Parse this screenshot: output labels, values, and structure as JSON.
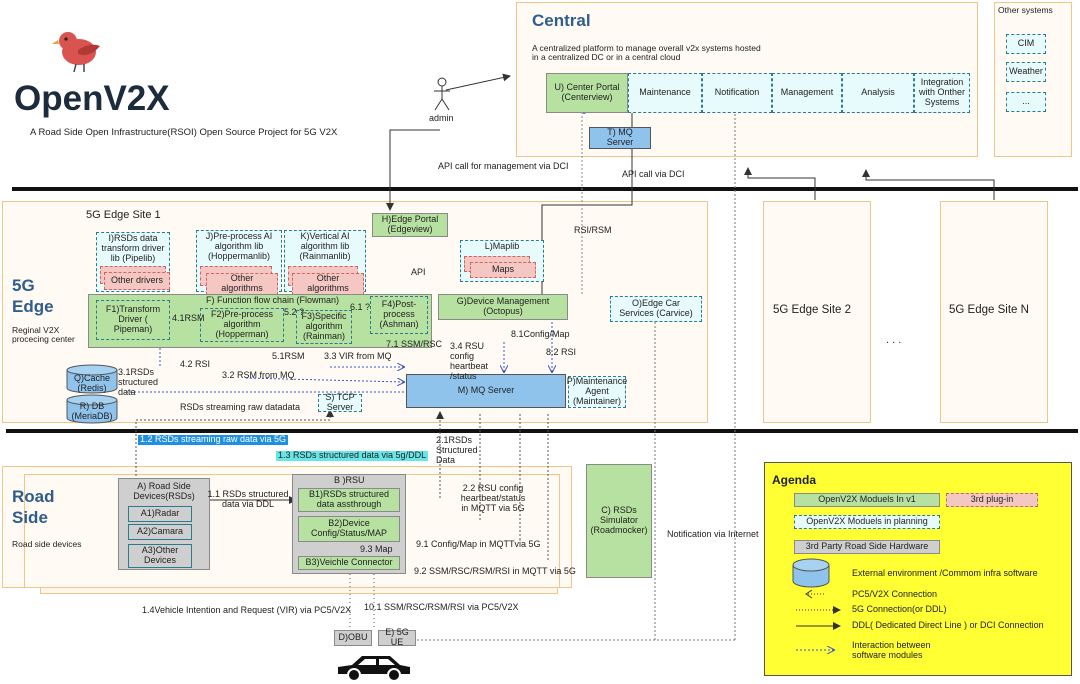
{
  "brand": {
    "name": "OpenV2X",
    "tagline": "A Road Side Open Infrastructure(RSOI) Open Source Project for 5G V2X",
    "bird_color": "#d9534f"
  },
  "central": {
    "title": "Central",
    "desc": "A centralized platform to manage overall v2x systems hosted in a centralized DC or in a central cloud",
    "center_portal": "U)  Center Portal (Centerview)",
    "maintenance": "Maintenance",
    "notification": "Notification",
    "management": "Management",
    "analysis": "Analysis",
    "integration": "Integration with Onther Systems",
    "mq_server": "T)  MQ Server",
    "admin": "admin"
  },
  "other_systems": {
    "title": "Other systems",
    "items": [
      "CIM",
      "Weather",
      "..."
    ]
  },
  "connections": {
    "api_mgmt": "API call for management via DCI",
    "api_dci": "API call via DCI",
    "rsi_rsm": "RSI/RSM",
    "api": "API",
    "cfg_map_81": "8.1Config/Map",
    "rsi_82": "8.2 RSI",
    "rsu_cfg_34": "3.4 RSU config heartbeat /status",
    "ssm_71": "7.1 SSM/RSC",
    "rsm_51": "5.1RSM",
    "vir_33": "3.3 VIR from MQ",
    "rsi_42": "4.2 RSI",
    "rsm_32": "3.2 RSM from MQ",
    "rsm_41": "4.1RSM",
    "q_52": "5.2 ?",
    "q_61": "6.1 ?",
    "rsds_31": "3.1RSDs structured data",
    "streaming_raw": "RSDs streaming raw datadata",
    "hl_12": "1.2 RSDs streaming raw data via 5G",
    "hl_13": "1.3 RSDs structured data via 5g/DDL",
    "rsds_21": "2.1RSDs Structured Data",
    "rsu_cfg_22": "2.2 RSU config heartbeat/status in MQTT via 5G",
    "rsds_11": "1.1 RSDs structured data via DDL",
    "cfg_91": "9.1 Config/Map in MQTTvia 5G",
    "map_93": "9.3 Map",
    "ssm_92": "9.2 SSM/RSC/RSM/RSI  in MQTT via 5G",
    "notif_internet": "Notification via Internet",
    "vir_14": "1.4Vehicle Intention and Request (VIR) via PC5/V2X",
    "ssm_101": "10.1 SSM/RSC/RSM/RSI  via PC5/V2X"
  },
  "edge": {
    "title": "5G Edge",
    "subtitle": "Reginal V2X procecing center",
    "site1": "5G Edge Site 1",
    "site2": "5G Edge Site 2",
    "siten": "5G Edge Site N",
    "dots": ". . .",
    "edge_portal": "H)Edge Portal (Edgeview)",
    "pipelib": "I)RSDs data transform driver lib (Pipelib)",
    "other_drivers": "Other drivers",
    "hoppermanlib": "J)Pre-process AI algorithm lib (Hoppermanlib)",
    "other_algos_1": "Other algorithms",
    "rainmanlib": "K)Vertical AI algorithm lib (Rainmanlib)",
    "other_algos_2": "Other algorithms",
    "maplib": "L)Maplib",
    "maps": "Maps",
    "flowman": "F) Function flow chain (Flowman)",
    "f1": "F1)Transform Driver ( Pipeman)",
    "f2": "F2)Pre-process algorithm (Hopperman)",
    "f3": "F3)Specific algorithm (Rainman)",
    "f4": "F4)Post-process (Ashman)",
    "device_mgmt": "G)Device Management (Octopus)",
    "carvice": "O)Edge Car Services (Carvice)",
    "cache": "Q)Cache (Redis)",
    "db": "R) DB (MeriaDB)",
    "tcp": "S)  TCP Server",
    "mq": "M) MQ Server",
    "maint_agent": "P)Maintenance Agent (Maintainer)"
  },
  "road": {
    "title": "Road Side",
    "subtitle": "Road side devices",
    "rsds": "A)  Road Side Devices(RSDs)",
    "radar": "A1)Radar",
    "camera": "A2)Camara",
    "other_devices": "A3)Other Devices",
    "rsu": "B )RSU",
    "b1": "B1)RSDs structured data assthrough",
    "b2": "B2)Device Config/Status/MAP",
    "b3": "B3)Veichle Connector",
    "simulator": "C)  RSDs Simulator (Roadmocker)",
    "obu": "D)OBU",
    "ue": "E) 5G UE"
  },
  "agenda": {
    "title": "Agenda",
    "v1": "OpenV2X Moduels In v1",
    "plugin": "3rd plug-in",
    "planning": "OpenV2X Moduels in planning",
    "hardware": "3rd Party Road Side Hardware",
    "external": "External environment /Commom infra software",
    "pc5": "PC5/V2X Connection",
    "g5": "5G Connection(or DDL)",
    "ddl": "DDL( Dedicated Direct Line ) or DCI Connection",
    "interaction": "Interaction between software modules"
  },
  "colors": {
    "agenda_bg": "#ffff33",
    "highlight_blue": "#1f8fe0",
    "highlight_cyan": "#66e6e6",
    "module_green": "#b7e1a1",
    "mq_blue": "#8fc3ec"
  }
}
